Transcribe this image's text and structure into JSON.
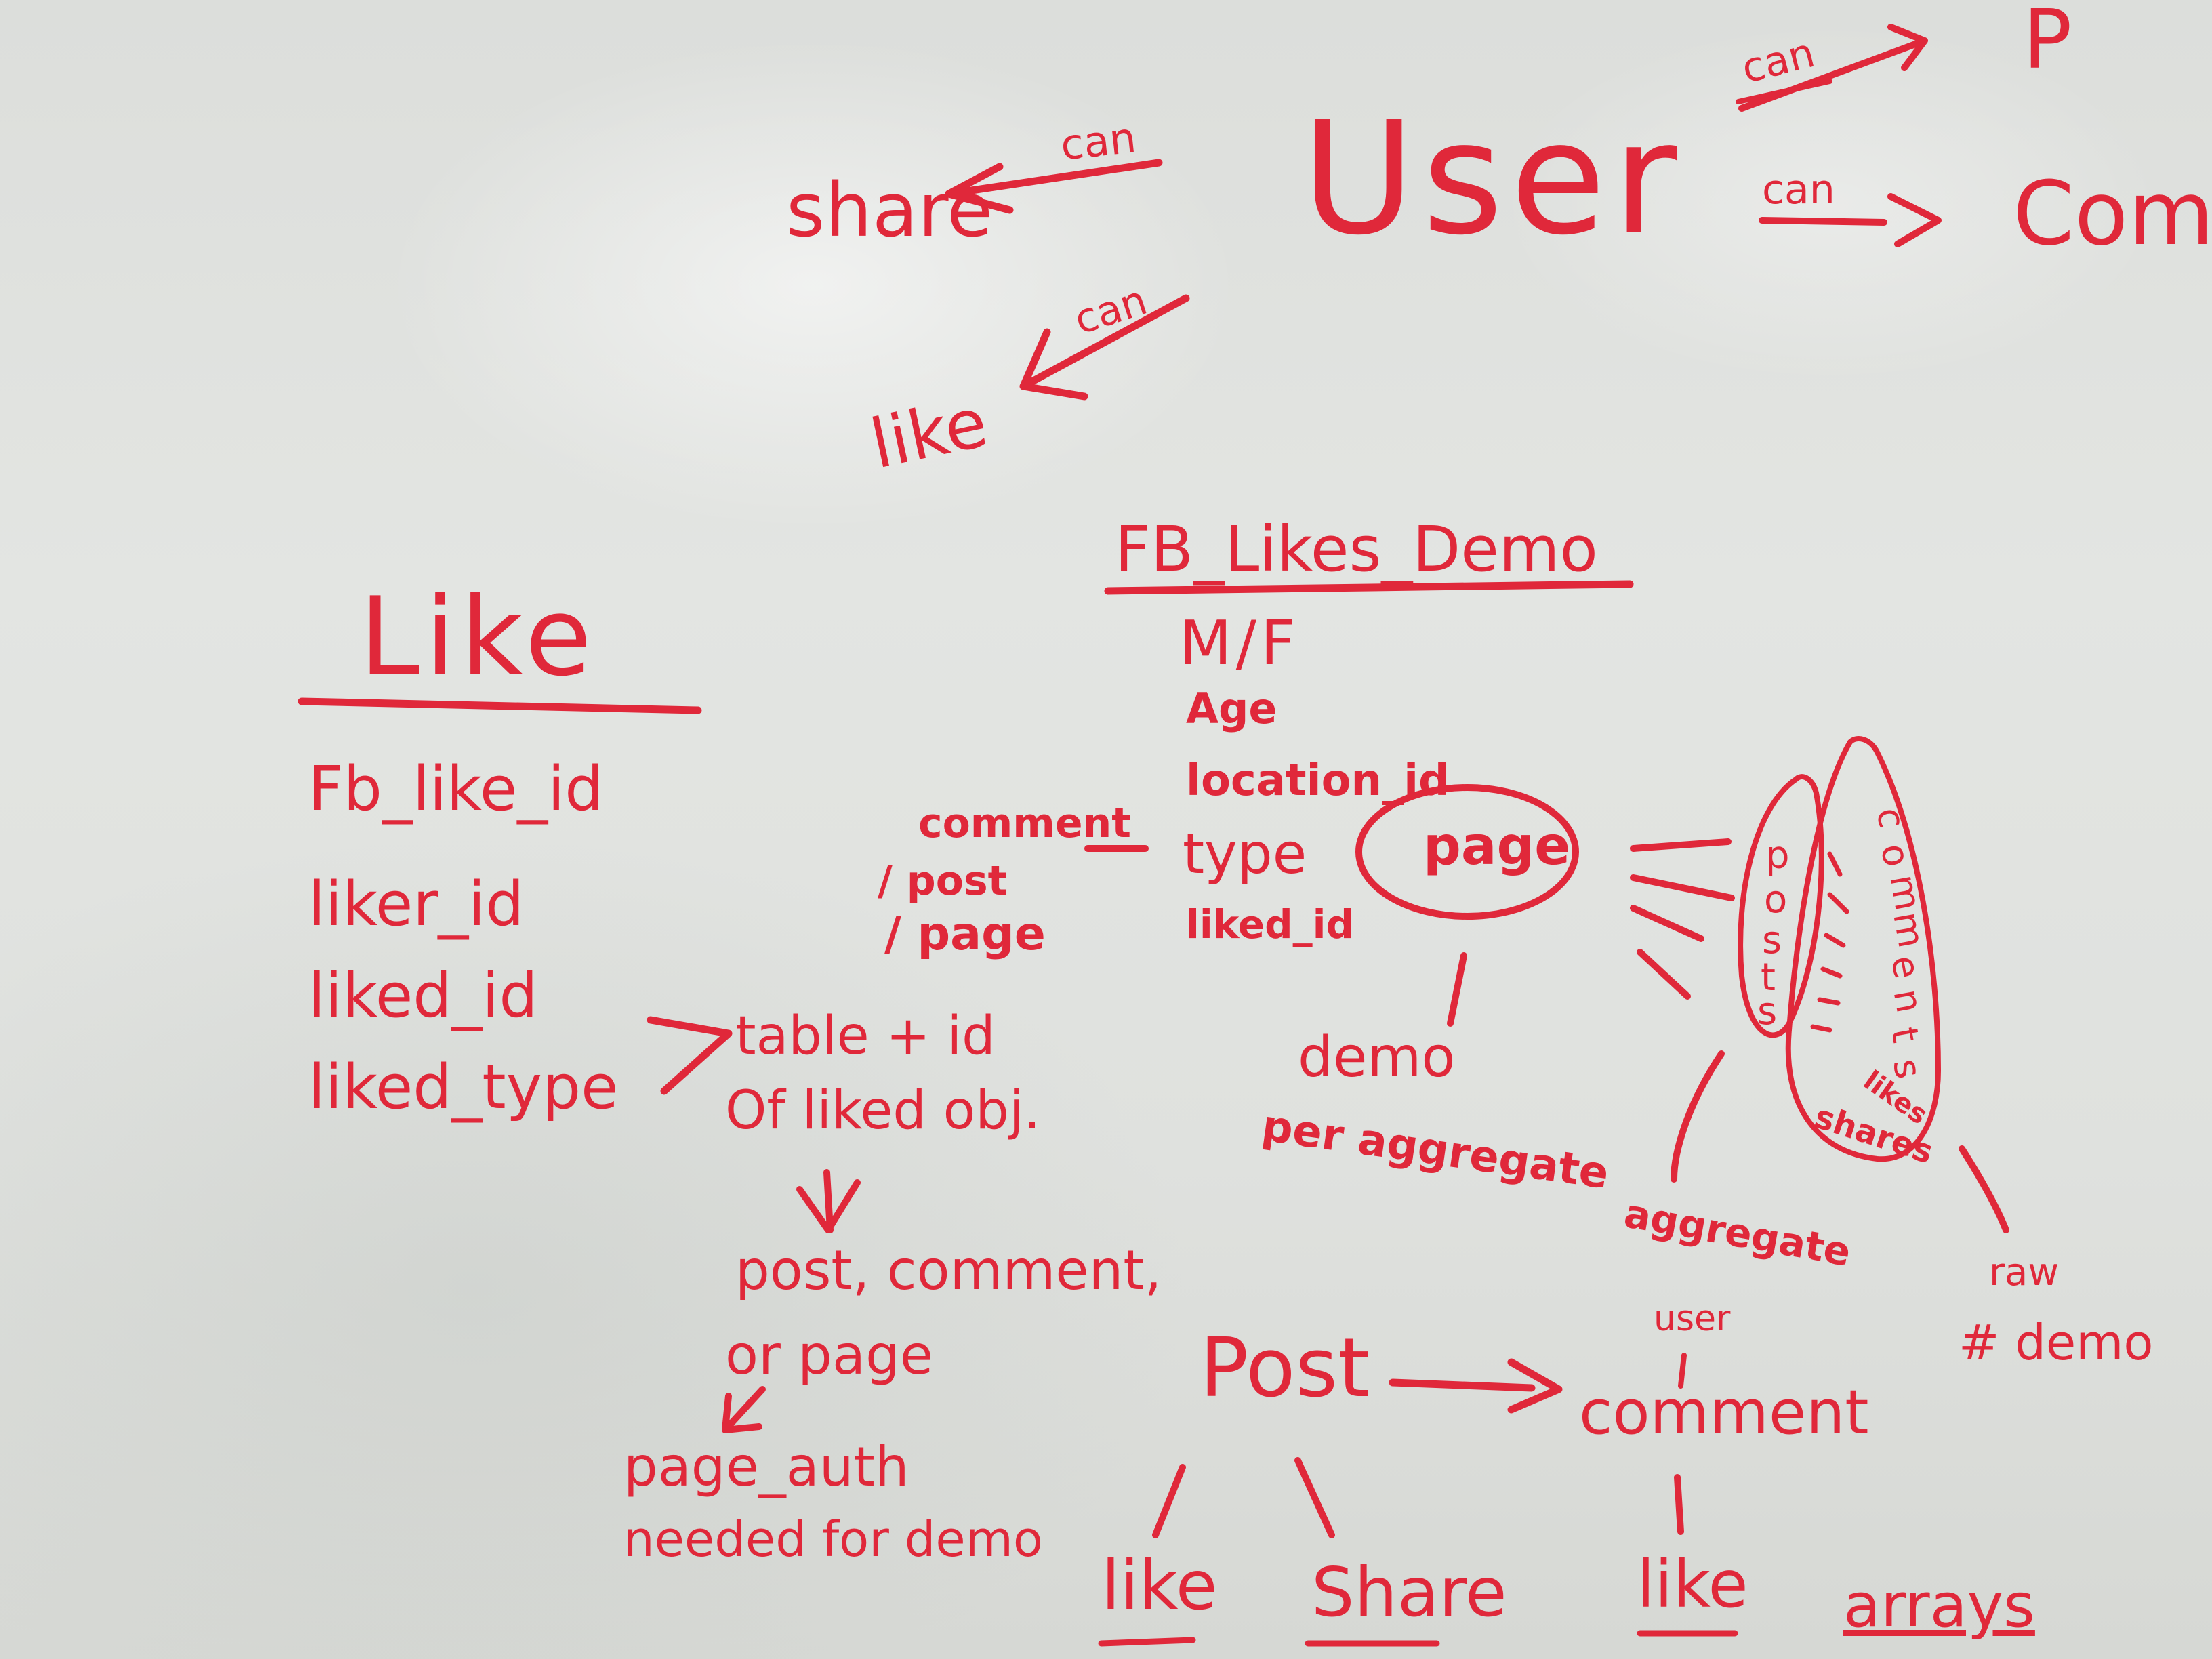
{
  "top": {
    "user": "User",
    "share": "share",
    "like": "like",
    "can_share": "can",
    "can_like": "can",
    "can_top_right": "can",
    "can_comment": "can",
    "right_top_partial": "P",
    "right_comment_partial": "Comp"
  },
  "like_table": {
    "title": "Like",
    "fields": [
      "Fb_like_id",
      "liker_id",
      "liked_id",
      "liked_type"
    ],
    "note_lines": [
      "table + id",
      "Of liked obj."
    ],
    "examples_lines": [
      "post, comment,",
      "or page"
    ],
    "auth_lines": [
      "page_auth",
      "needed for demo"
    ]
  },
  "demo_table": {
    "title": "FB_Likes_Demo",
    "fields": [
      "M/F",
      "Age",
      "location_id",
      "type",
      "liked_id"
    ],
    "type_options": [
      "comment",
      "/ post",
      "/ page"
    ]
  },
  "page_node": {
    "label": "page",
    "demo_lines": [
      "demo",
      "per aggregate"
    ]
  },
  "side_groups": {
    "posts_letters": [
      "p",
      "o",
      "s",
      "t",
      "s"
    ],
    "comments_letters": [
      "c",
      "o",
      "m",
      "m",
      "e",
      "n",
      "t",
      "s"
    ],
    "likes_shares": [
      "likes",
      "shares"
    ],
    "aggregate_lines": [
      "aggregate",
      "user"
    ],
    "raw_lines": [
      "raw",
      "# demo"
    ]
  },
  "bottom": {
    "post": "Post",
    "comment": "comment",
    "like_left": "like",
    "share": "Share",
    "like_right": "like",
    "arrays": "arrays"
  },
  "colors": {
    "marker": "#e0283a",
    "board": "#dfe1de"
  }
}
